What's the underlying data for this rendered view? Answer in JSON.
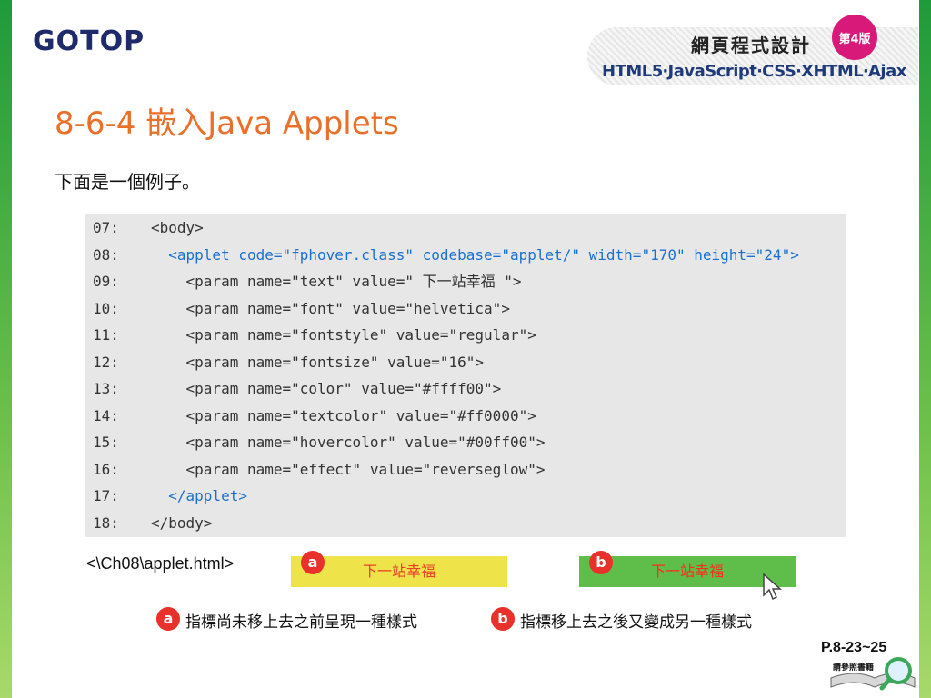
{
  "header": {
    "logo": "GOTOP",
    "book_title": "網頁程式設計",
    "book_subtitle": "HTML5‧JavaScript‧CSS‧XHTML‧Ajax",
    "edition": "第4版"
  },
  "page_heading": "8-6-4 嵌入Java Applets",
  "intro_text": "下面是一個例子。",
  "code_lines": [
    {
      "num": "07:",
      "code": "<body>"
    },
    {
      "num": "08:",
      "code": "  <applet code=\"fphover.class\" codebase=\"applet/\" width=\"170\" height=\"24\">"
    },
    {
      "num": "09:",
      "code": "    <param name=\"text\" value=\" 下一站幸福 \">"
    },
    {
      "num": "10:",
      "code": "    <param name=\"font\" value=\"helvetica\">"
    },
    {
      "num": "11:",
      "code": "    <param name=\"fontstyle\" value=\"regular\">"
    },
    {
      "num": "12:",
      "code": "    <param name=\"fontsize\" value=\"16\">"
    },
    {
      "num": "13:",
      "code": "    <param name=\"color\" value=\"#ffff00\">"
    },
    {
      "num": "14:",
      "code": "    <param name=\"textcolor\" value=\"#ff0000\">"
    },
    {
      "num": "15:",
      "code": "    <param name=\"hovercolor\" value=\"#00ff00\">"
    },
    {
      "num": "16:",
      "code": "    <param name=\"effect\" value=\"reverseglow\">"
    },
    {
      "num": "17:",
      "code": "  </applet>"
    },
    {
      "num": "18:",
      "code": "</body>"
    }
  ],
  "file_path": "<\\Ch08\\applet.html>",
  "demo": {
    "marker_a": "a",
    "marker_b": "b",
    "label_a": "下一站幸福",
    "label_b": "下一站幸福"
  },
  "captions": {
    "a": "指標尚未移上去之前呈現一種樣式",
    "b": "指標移上去之後又變成另一種樣式"
  },
  "footer": {
    "page_ref": "P.8-23~25",
    "ref_note": "請參照書籍"
  }
}
